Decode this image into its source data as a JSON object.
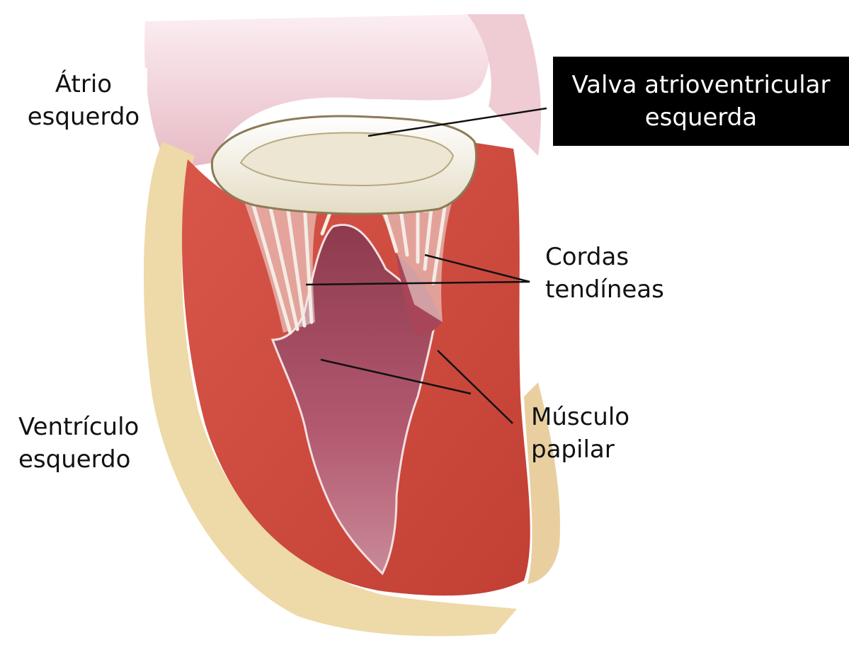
{
  "diagram": {
    "image_name": "left-heart-cross-section",
    "colors": {
      "muscle": "#c9463a",
      "endocardium": "#e8d2a6",
      "chamber": "#a84a62",
      "valve": "#f1ecdc",
      "atrium": "#e7b9c4",
      "label_box_dark": "#000000"
    },
    "labels": {
      "atrio": {
        "line1": "Átrio",
        "line2": "esquerdo"
      },
      "valva": {
        "line1": "Valva atrioventricular",
        "line2": "esquerda"
      },
      "cordas": {
        "line1": "Cordas",
        "line2": "tendíneas"
      },
      "ventriculo": {
        "line1": "Ventrículo",
        "line2": "esquerdo"
      },
      "musculo": {
        "line1": "Músculo",
        "line2": "papilar"
      }
    }
  }
}
